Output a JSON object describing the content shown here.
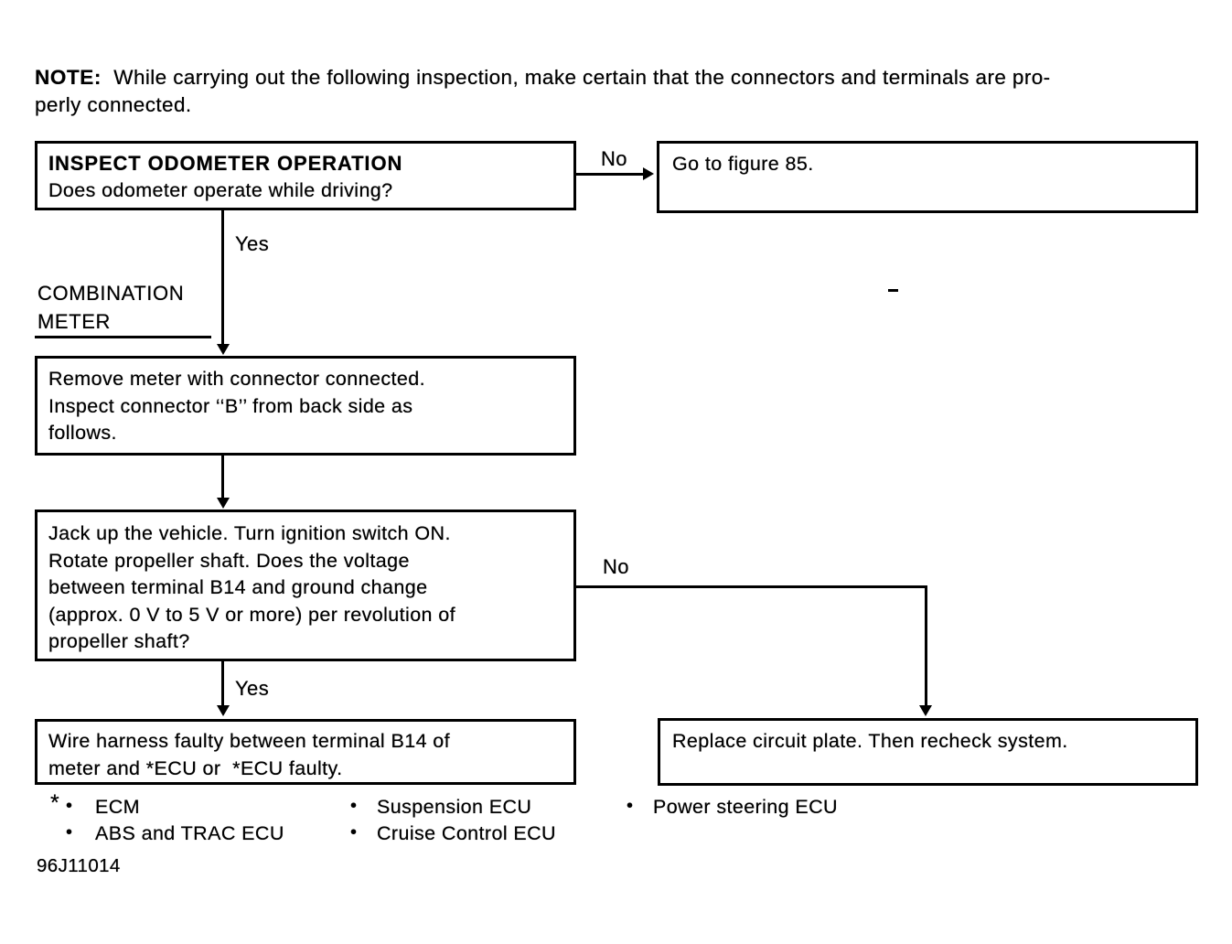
{
  "note": {
    "label": "NOTE:",
    "line1": "  While carrying out the following inspection, make certain that the connectors and terminals are pro-",
    "line2": "perly connected."
  },
  "flowchart": {
    "inspect_box": {
      "title": "INSPECT ODOMETER OPERATION",
      "question": "Does odometer operate while driving?"
    },
    "goto_box": {
      "text": "Go to figure 85."
    },
    "remove_box": {
      "lines": [
        "Remove meter with connector connected.",
        "Inspect connector ‘‘B’’ from back side as",
        "follows."
      ]
    },
    "jack_box": {
      "lines": [
        "Jack up the vehicle. Turn ignition switch ON.",
        "Rotate propeller shaft. Does the voltage",
        "between terminal B14 and ground change",
        "(approx. 0 V to 5 V or more) per revolution of",
        "propeller shaft?"
      ]
    },
    "wire_box": {
      "lines": [
        "Wire harness faulty between terminal B14 of",
        "meter and *ECU or  *ECU faulty."
      ]
    },
    "replace_box": {
      "text": "Replace circuit plate. Then recheck system."
    },
    "labels": {
      "no_top": "No",
      "yes_top": "Yes",
      "no_bottom": "No",
      "yes_bottom": "Yes"
    },
    "side_label": {
      "line1": "COMBINATION",
      "line2": "METER"
    }
  },
  "legend": {
    "star": "*",
    "bullet": "•",
    "items": [
      {
        "label": "ECM",
        "starred": true
      },
      {
        "label": "ABS and TRAC ECU",
        "starred": false
      },
      {
        "label": "Suspension ECU",
        "starred": false
      },
      {
        "label": "Cruise Control ECU",
        "starred": false
      },
      {
        "label": "Power steering ECU",
        "starred": false
      }
    ]
  },
  "footer": {
    "figure_code": "96J11014"
  },
  "colors": {
    "ink": "#000000",
    "paper": "#ffffff"
  }
}
